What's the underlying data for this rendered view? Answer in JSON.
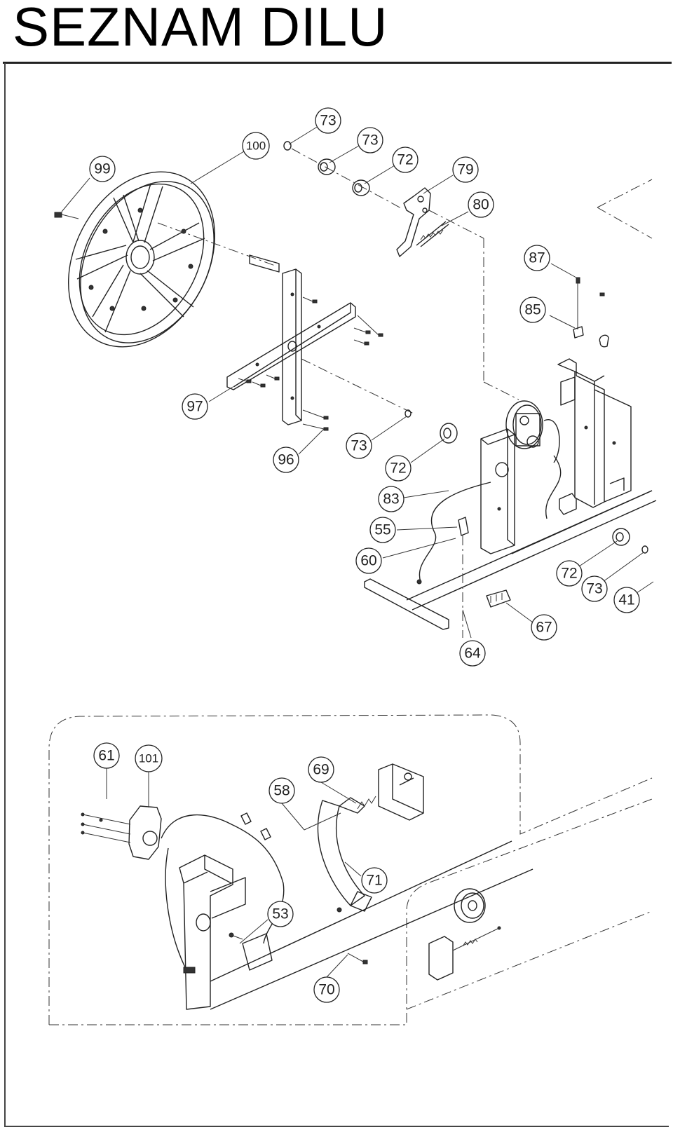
{
  "page": {
    "title": "SEZNAM DILU"
  },
  "callouts": [
    "73",
    "73",
    "72",
    "79",
    "80",
    "100",
    "99",
    "87",
    "85",
    "97",
    "96",
    "73",
    "72",
    "83",
    "55",
    "60",
    "72",
    "73",
    "41",
    "67",
    "64",
    "61",
    "101",
    "69",
    "58",
    "71",
    "53",
    "70"
  ]
}
